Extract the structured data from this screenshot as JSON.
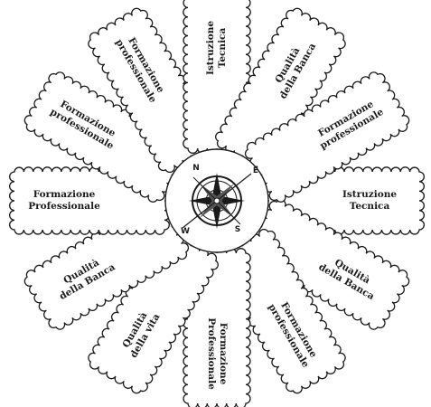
{
  "diagram": {
    "center_icon": "compass-rose-icon",
    "compass_letters": [
      "N",
      "E",
      "S",
      "W"
    ],
    "petals": [
      {
        "lines": [
          "Istruzione",
          "Tecnica"
        ]
      },
      {
        "lines": [
          "Qualità",
          "della Banca"
        ]
      },
      {
        "lines": [
          "Formazione",
          "professionale"
        ]
      },
      {
        "lines": [
          "Formazione",
          "Professionale"
        ]
      },
      {
        "lines": [
          "Qualità",
          "della vita"
        ]
      },
      {
        "lines": [
          "Qualità",
          "della Banca"
        ]
      },
      {
        "lines": [
          "Formazione",
          "Professionale"
        ]
      },
      {
        "lines": [
          "Formazione",
          "professionale"
        ]
      },
      {
        "lines": [
          "Formazione",
          "professionale"
        ]
      },
      {
        "lines": [
          "Istruzione",
          "Tecnica"
        ]
      },
      {
        "lines": [
          "Qualità",
          "della Banca"
        ]
      },
      {
        "lines": [
          "Formazione",
          "professionale"
        ]
      }
    ]
  }
}
